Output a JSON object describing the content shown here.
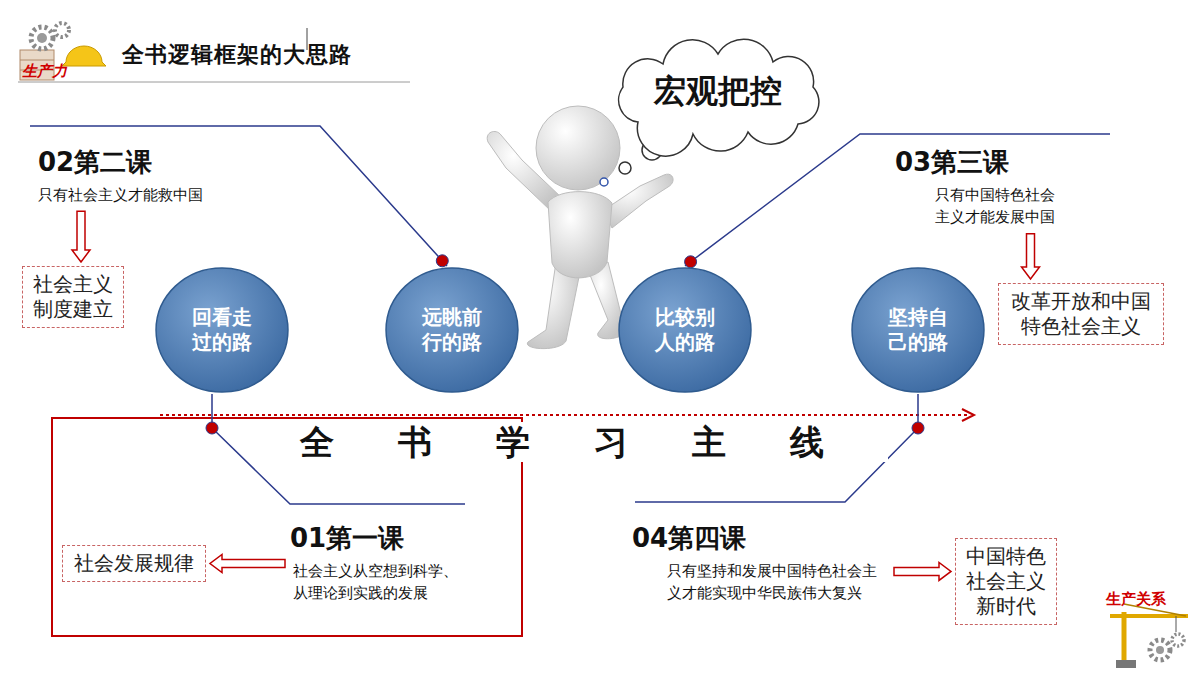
{
  "diagram": {
    "title": "全书逻辑框架的大思路",
    "nodes": [
      {
        "text": [
          "宏观把控"
        ]
      },
      {
        "text": [
          "02第二课",
          "只有社会主义才能救中国"
        ]
      },
      {
        "text": [
          "社会主义制度建立"
        ]
      },
      {
        "text": [
          "03第三课",
          "只有中国特色社会主义才能发展中国"
        ]
      },
      {
        "text": [
          "改革开放和中国特色社会主义"
        ]
      },
      {
        "text": [
          "回看走过的路"
        ]
      },
      {
        "text": [
          "远眺前行的路"
        ]
      },
      {
        "text": [
          "比较别人的路"
        ]
      },
      {
        "text": [
          "坚持自己的路"
        ]
      },
      {
        "text": [
          "社会发展规律"
        ]
      },
      {
        "text": [
          "01第一课",
          "社会主义从空想到科学、从理论到实践的发展"
        ]
      },
      {
        "text": [
          "04第四课",
          "只有坚持和发展中国特色社会主义才能实现中华民族伟大复兴"
        ]
      },
      {
        "text": [
          "中国特色社会主义新时代"
        ]
      }
    ],
    "edges": [
      {
        "from": 6,
        "to": 1,
        "arrow": "none"
      },
      {
        "from": 1,
        "to": 2,
        "arrow": "to"
      },
      {
        "from": 7,
        "to": 3,
        "arrow": "none"
      },
      {
        "from": 3,
        "to": 4,
        "arrow": "to"
      },
      {
        "from": 5,
        "to": 10,
        "arrow": "none"
      },
      {
        "from": 10,
        "to": 9,
        "arrow": "to"
      },
      {
        "from": 8,
        "to": 11,
        "arrow": "none"
      },
      {
        "from": 11,
        "to": 12,
        "arrow": "to"
      }
    ],
    "labels": [
      "全书学习主线",
      "生产力",
      "生产关系"
    ]
  }
}
